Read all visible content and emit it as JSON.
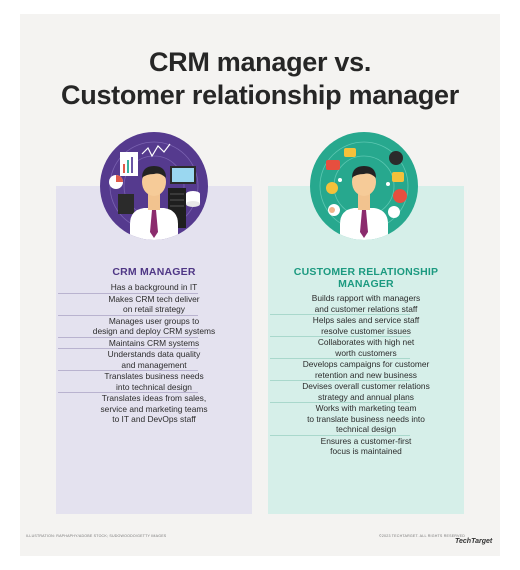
{
  "title": {
    "line1": "CRM manager vs.",
    "line2": "Customer relationship manager"
  },
  "left": {
    "heading": "CRM MANAGER",
    "items": [
      "Has a background in IT",
      "Makes CRM tech deliver\non retail strategy",
      "Manages user groups to\ndesign and deploy CRM systems",
      "Maintains CRM systems",
      "Understands data quality\nand management",
      "Translates business needs\ninto technical design",
      "Translates ideas from sales,\nservice and marketing teams\nto IT and DevOps staff"
    ]
  },
  "right": {
    "heading_line1": "CUSTOMER RELATIONSHIP",
    "heading_line2": "MANAGER",
    "items": [
      "Builds rapport with managers\nand customer relations staff",
      "Helps sales and service staff\nresolve customer issues",
      "Collaborates with high net\nworth customers",
      "Develops campaigns for customer\nretention and new business",
      "Devises overall customer relations\nstrategy and annual plans",
      "Works with marketing team\nto translate business needs into\ntechnical design",
      "Ensures a customer-first\nfocus is maintained"
    ]
  },
  "footer": {
    "credit_left": "ILLUSTRATION: RAPHAPHY/ADOBE STOCK; SUDOWOODO/GETTY IMAGES",
    "credit_right": "©2023 TECHTARGET. ALL RIGHTS RESERVED",
    "brand": "TechTarget"
  },
  "colors": {
    "left_accent": "#553a8e",
    "right_accent": "#27a88e",
    "left_panel": "#e4e2ef",
    "right_panel": "#d6efe9"
  }
}
